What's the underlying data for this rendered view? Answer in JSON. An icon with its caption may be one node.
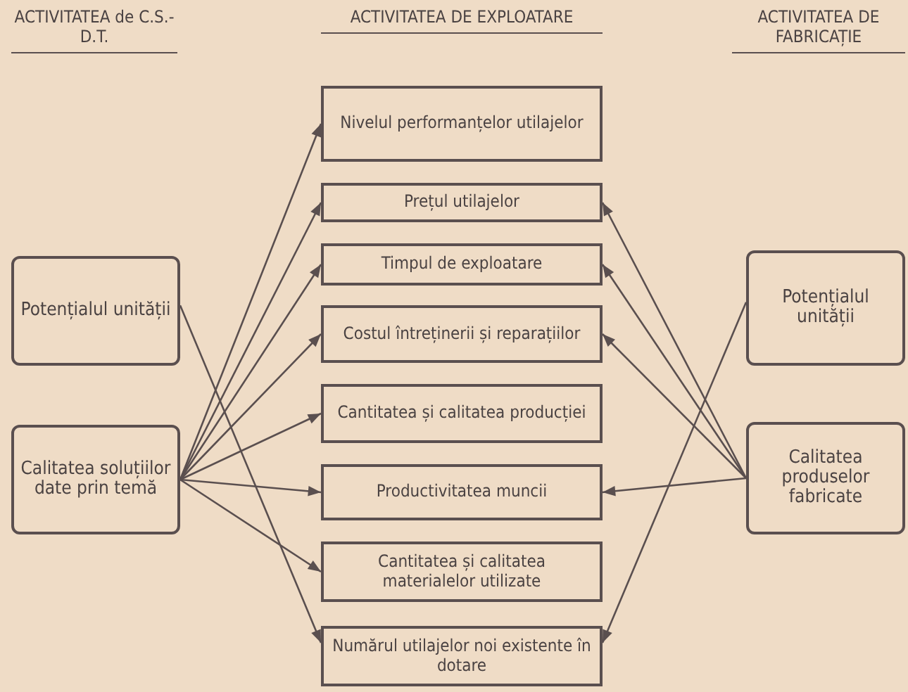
{
  "diagram": {
    "nodes": [
      {
        "text": [
          "Potențialul unității"
        ]
      },
      {
        "text": [
          "Calitatea soluțiilor date prin temă"
        ]
      },
      {
        "text": [
          "Nivelul performanțelor utilajelor"
        ]
      },
      {
        "text": [
          "Prețul utilajelor"
        ]
      },
      {
        "text": [
          "Timpul de exploatare"
        ]
      },
      {
        "text": [
          "Costul întreținerii și reparațiilor"
        ]
      },
      {
        "text": [
          "Cantitatea și calitatea producției"
        ]
      },
      {
        "text": [
          "Productivitatea muncii"
        ]
      },
      {
        "text": [
          "Cantitatea și calitatea materialelor utilizate"
        ]
      },
      {
        "text": [
          "Numărul utilajelor noi existente în dotare"
        ]
      },
      {
        "text": [
          "Potențialul unității"
        ]
      },
      {
        "text": [
          "Calitatea produselor fabricate"
        ]
      }
    ],
    "edges": [
      {
        "from": 0,
        "to": 9,
        "arrow": "to"
      },
      {
        "from": 1,
        "to": 2,
        "arrow": "to"
      },
      {
        "from": 1,
        "to": 3,
        "arrow": "to"
      },
      {
        "from": 1,
        "to": 4,
        "arrow": "to"
      },
      {
        "from": 1,
        "to": 5,
        "arrow": "to"
      },
      {
        "from": 1,
        "to": 6,
        "arrow": "to"
      },
      {
        "from": 1,
        "to": 7,
        "arrow": "to"
      },
      {
        "from": 1,
        "to": 8,
        "arrow": "to"
      },
      {
        "from": 10,
        "to": 9,
        "arrow": "to"
      },
      {
        "from": 11,
        "to": 3,
        "arrow": "to"
      },
      {
        "from": 11,
        "to": 4,
        "arrow": "to"
      },
      {
        "from": 11,
        "to": 5,
        "arrow": "to"
      },
      {
        "from": 11,
        "to": 7,
        "arrow": "to"
      }
    ],
    "labels": [
      "ACTIVITATEA de C.S.-D.T.",
      "ACTIVITATEA DE EXPLOATARE",
      "ACTIVITATEA DE FABRICAȚIE"
    ]
  }
}
